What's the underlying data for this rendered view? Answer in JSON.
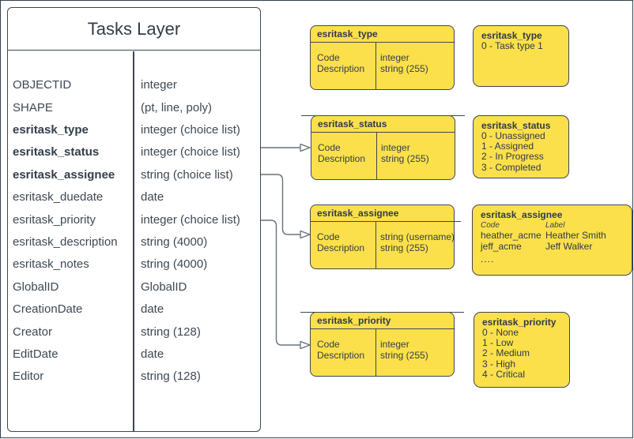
{
  "diagram": {
    "layer": {
      "title": "Tasks Layer",
      "fields": [
        {
          "name": "OBJECTID",
          "type": "integer",
          "bold": false
        },
        {
          "name": "SHAPE",
          "type": "(pt, line, poly)",
          "bold": false
        },
        {
          "name": "esritask_type",
          "type": "integer (choice list)",
          "bold": true
        },
        {
          "name": "esritask_status",
          "type": "integer (choice list)",
          "bold": true
        },
        {
          "name": "esritask_assignee",
          "type": "string (choice list)",
          "bold": true
        },
        {
          "name": "esritask_duedate",
          "type": "date",
          "bold": false
        },
        {
          "name": "esritask_priority",
          "type": "integer (choice list)",
          "bold": false
        },
        {
          "name": "esritask_description",
          "type": "string (4000)",
          "bold": false
        },
        {
          "name": "esritask_notes",
          "type": "string (4000)",
          "bold": false
        },
        {
          "name": "GlobalID",
          "type": "GlobalID",
          "bold": false
        },
        {
          "name": "CreationDate",
          "type": "date",
          "bold": false
        },
        {
          "name": "Creator",
          "type": "string (128)",
          "bold": false
        },
        {
          "name": "EditDate",
          "type": "date",
          "bold": false
        },
        {
          "name": "Editor",
          "type": "string (128)",
          "bold": false
        }
      ]
    },
    "domains": [
      {
        "title": "esritask_type",
        "fields": [
          {
            "name": "Code",
            "type": "integer"
          },
          {
            "name": "Description",
            "type": "string (255)"
          }
        ]
      },
      {
        "title": "esritask_status",
        "fields": [
          {
            "name": "Code",
            "type": "integer"
          },
          {
            "name": "Description",
            "type": "string (255)"
          }
        ]
      },
      {
        "title": "esritask_assignee",
        "fields": [
          {
            "name": "Code",
            "type": "string (username)"
          },
          {
            "name": "Description",
            "type": "string (255)"
          }
        ]
      },
      {
        "title": "esritask_priority",
        "fields": [
          {
            "name": "Code",
            "type": "integer"
          },
          {
            "name": "Description",
            "type": "string (255)"
          }
        ]
      }
    ],
    "legends": [
      {
        "title": "esritask_type",
        "items": [
          "0 - Task type 1"
        ]
      },
      {
        "title": "esritask_status",
        "items": [
          "0 - Unassigned",
          "1 - Assigned",
          "2 - In Progress",
          "3 - Completed"
        ]
      },
      {
        "title": "esritask_assignee",
        "columns": [
          "Code",
          "Label"
        ],
        "rows": [
          {
            "code": "heather_acme",
            "label": "Heather Smith"
          },
          {
            "code": "jeff_acme",
            "label": "Jeff Walker"
          }
        ],
        "ellipsis": "...."
      },
      {
        "title": "esritask_priority",
        "items": [
          "0 - None",
          "1 - Low",
          "2 - Medium",
          "3 - High",
          "4 - Critical"
        ]
      }
    ],
    "colors": {
      "shape_fill": "#FBE04C",
      "shape_border": "#3E4752",
      "text": "#333E4A",
      "connector": "#68717A"
    }
  }
}
